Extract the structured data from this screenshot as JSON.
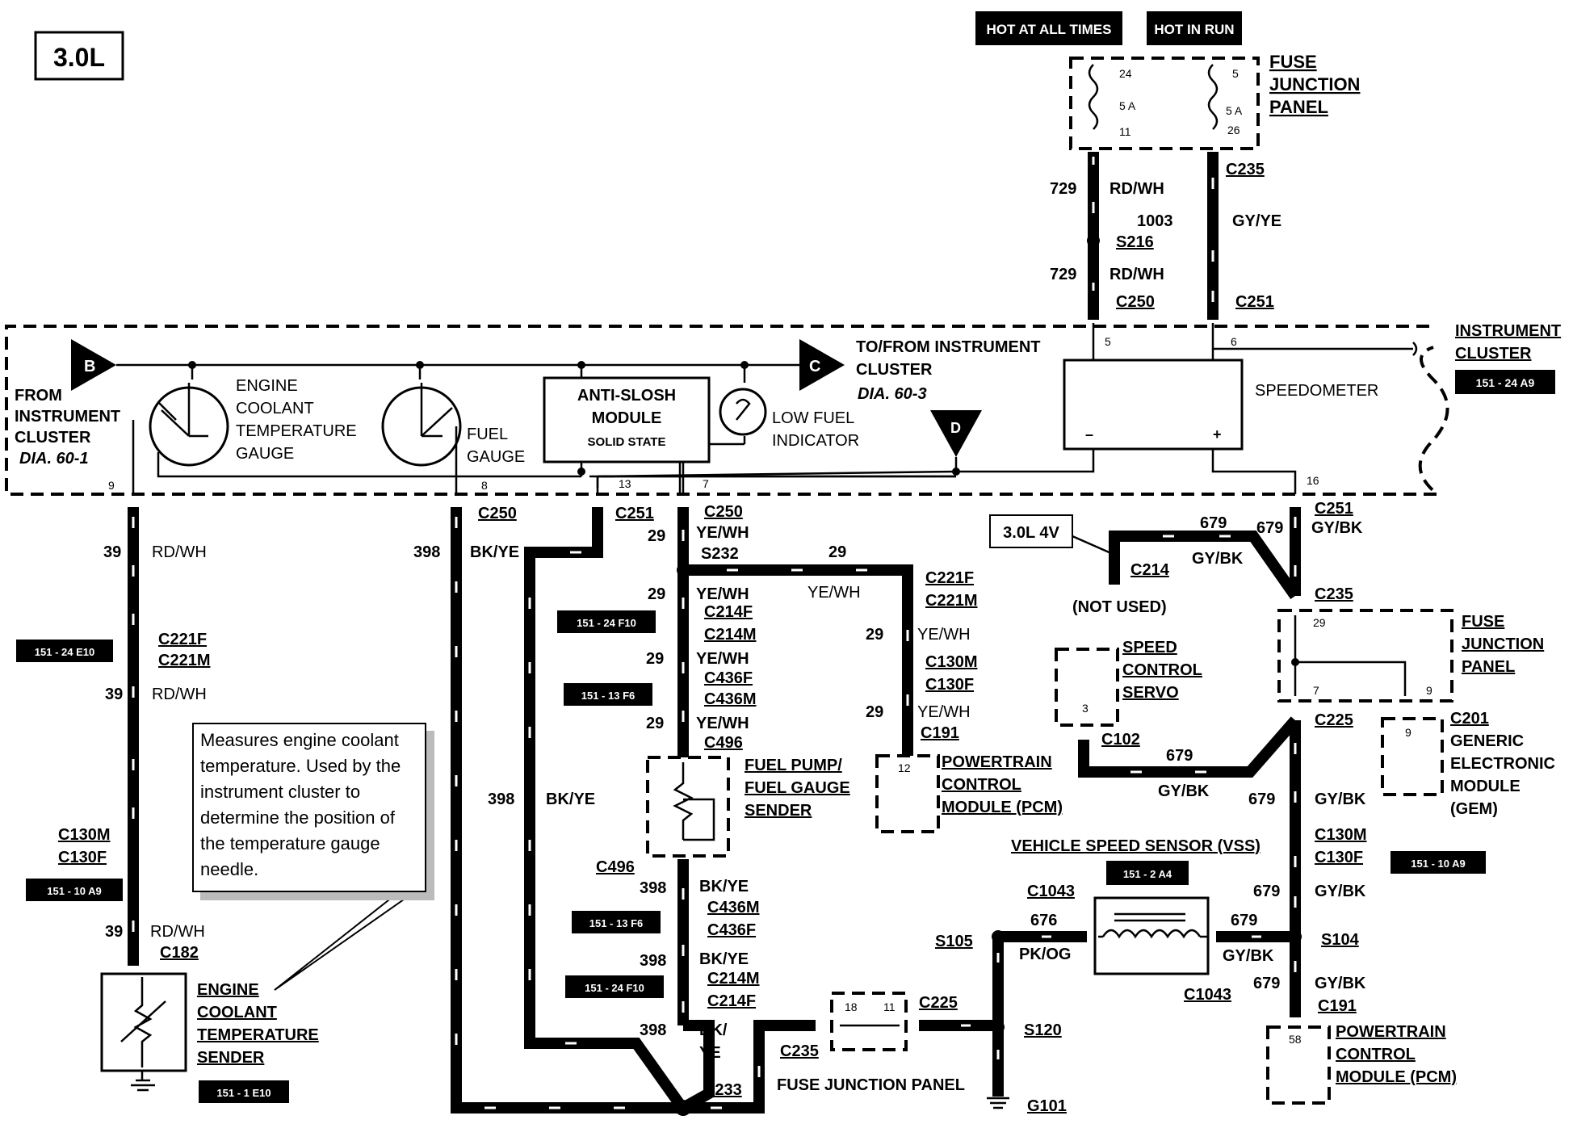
{
  "engine": "3.0L",
  "power_labels": {
    "hot_at_all_times": "HOT AT ALL TIMES",
    "hot_in_run": "HOT IN RUN"
  },
  "fuse_panel_top": {
    "title_lines": [
      "FUSE",
      "JUNCTION",
      "PANEL"
    ],
    "fuse_left": {
      "in": "24",
      "rating": "5 A",
      "out": "11"
    },
    "fuse_right": {
      "in": "5",
      "rating": "5 A",
      "out": "26"
    }
  },
  "cluster": {
    "title_lines": [
      "INSTRUMENT",
      "CLUSTER"
    ],
    "ref": "151 - 24 A9",
    "speedometer": "SPEEDOMETER",
    "minus": "–",
    "plus": "+",
    "from_lines": [
      "FROM",
      "INSTRUMENT",
      "CLUSTER",
      "DIA. 60-1"
    ],
    "tofrom_lines": [
      "TO/FROM INSTRUMENT",
      "CLUSTER",
      "DIA. 60-3"
    ],
    "bubble_b": "B",
    "bubble_c": "C",
    "bubble_d": "D",
    "ect_gauge_lines": [
      "ENGINE",
      "COOLANT",
      "TEMPERATURE",
      "GAUGE"
    ],
    "fuel_gauge_lines": [
      "FUEL",
      "GAUGE"
    ],
    "antislosh_lines": [
      "ANTI-SLOSH",
      "MODULE",
      "SOLID STATE"
    ],
    "low_fuel_lines": [
      "LOW FUEL",
      "INDICATOR"
    ],
    "pins": {
      "p9": "9",
      "p8": "8",
      "p13": "13",
      "p7": "7",
      "p5": "5",
      "p6": "6",
      "p16": "16"
    }
  },
  "wires": {
    "w729a": "729",
    "rdwh": "RD/WH",
    "w1003": "1003",
    "gyye": "GY/YE",
    "s216": "S216",
    "w729b": "729",
    "rdwh2": "RD/WH",
    "c235a": "C235",
    "c250a": "C250",
    "c251a": "C251",
    "w39a": "39",
    "rdwh3": "RD/WH",
    "c250b": "C250",
    "w398a": "398",
    "bkye": "BK/YE",
    "c251b": "C251",
    "c250c": "C250",
    "w29a": "29",
    "yewh": "YE/WH",
    "s232": "S232",
    "w29b": "29",
    "yewh2": "YE/WH",
    "ref_e10": "151 - 24 E10",
    "c221f": "C221F",
    "c221m": "C221M",
    "w39b": "39",
    "rdwh4": "RD/WH",
    "w29c": "29",
    "yewh3": "YE/WH",
    "c214f": "C214F",
    "c214m": "C214M",
    "ref_f10": "151 - 24 F10",
    "w29d": "29",
    "yewh4": "YE/WH",
    "c436f": "C436F",
    "c436m": "C436M",
    "ref_f6": "151 - 13 F6",
    "w29e": "29",
    "yewh5": "YE/WH",
    "c496": "C496",
    "c221f2": "C221F",
    "c221m2": "C221M",
    "w29f": "29",
    "yewh6": "YE/WH",
    "c130m": "C130M",
    "c130f": "C130F",
    "w29g": "29",
    "yewh7": "YE/WH",
    "c191": "C191",
    "w398b": "398",
    "bkye2": "BK/YE",
    "c130m2": "C130M",
    "c130f2": "C130F",
    "ref_a9": "151 - 10 A9",
    "w39c": "39",
    "rdwh5": "RD/WH",
    "c182": "C182",
    "c496b": "C496",
    "w398c": "398",
    "bkye3": "BK/YE",
    "c436m2": "C436M",
    "c436f2": "C436F",
    "ref_f6b": "151 - 13 F6",
    "w398d": "398",
    "bkye4": "BK/YE",
    "c214m2": "C214M",
    "c214f2": "C214F",
    "ref_f10b": "151 - 24 F10",
    "w398e": "398",
    "bk": "BK/",
    "ye": "YE",
    "c235b": "C235",
    "s233": "S233",
    "tag_30l4v": "3.0L 4V",
    "w679a": "679",
    "w679b": "679",
    "gybk": "GY/BK",
    "c251c": "C251",
    "gybk2": "GY/BK",
    "c214": "C214",
    "not_used": "(NOT USED)",
    "c235c": "C235",
    "w679c": "679",
    "gybk3": "GY/BK",
    "c102": "C102",
    "c225a": "C225",
    "w679d": "679",
    "gybk4": "GY/BK",
    "c130m3": "C130M",
    "c130f3": "C130F",
    "ref_a9b": "151 - 10 A9",
    "w679e": "679",
    "gybk5": "GY/BK",
    "s104": "S104",
    "w679f": "679",
    "gybk6": "GY/BK",
    "c191b": "C191",
    "vss": "VEHICLE SPEED SENSOR (VSS)",
    "ref_a4": "151 - 2 A4",
    "c1043a": "C1043",
    "w676": "676",
    "pkog": "PK/OG",
    "w679g": "679",
    "gybk7": "GY/BK",
    "c1043b": "C1043",
    "s105": "S105",
    "c225b": "C225",
    "s120": "S120",
    "fjp_pin18": "18",
    "fjp_pin11": "11",
    "fjp_label": "FUSE JUNCTION PANEL",
    "g101": "G101"
  },
  "fuel_pump_lines": [
    "FUEL PUMP/",
    "FUEL GAUGE",
    "SENDER"
  ],
  "pcm_top_lines": [
    "POWERTRAIN",
    "CONTROL",
    "MODULE (PCM)"
  ],
  "pcm_top_pin": "12",
  "pcm_bot_lines": [
    "POWERTRAIN",
    "CONTROL",
    "MODULE (PCM)"
  ],
  "pcm_bot_pin": "58",
  "scs_lines": [
    "SPEED",
    "CONTROL",
    "SERVO"
  ],
  "scs_pin": "3",
  "fjp_right_lines": [
    "FUSE",
    "JUNCTION",
    "PANEL"
  ],
  "fjp_right_pins": {
    "p29": "29",
    "p7": "7",
    "p9": "9"
  },
  "gem_lines": [
    "C201",
    "GENERIC",
    "ELECTRONIC",
    "MODULE",
    "(GEM)"
  ],
  "gem_pin": "9",
  "ect_sender_lines": [
    "ENGINE",
    "COOLANT",
    "TEMPERATURE",
    "SENDER"
  ],
  "ect_ref": "151 - 1 E10",
  "callout_text": "Measures engine coolant temperature.  Used by the instrument cluster to determine the position of the temperature gauge needle."
}
